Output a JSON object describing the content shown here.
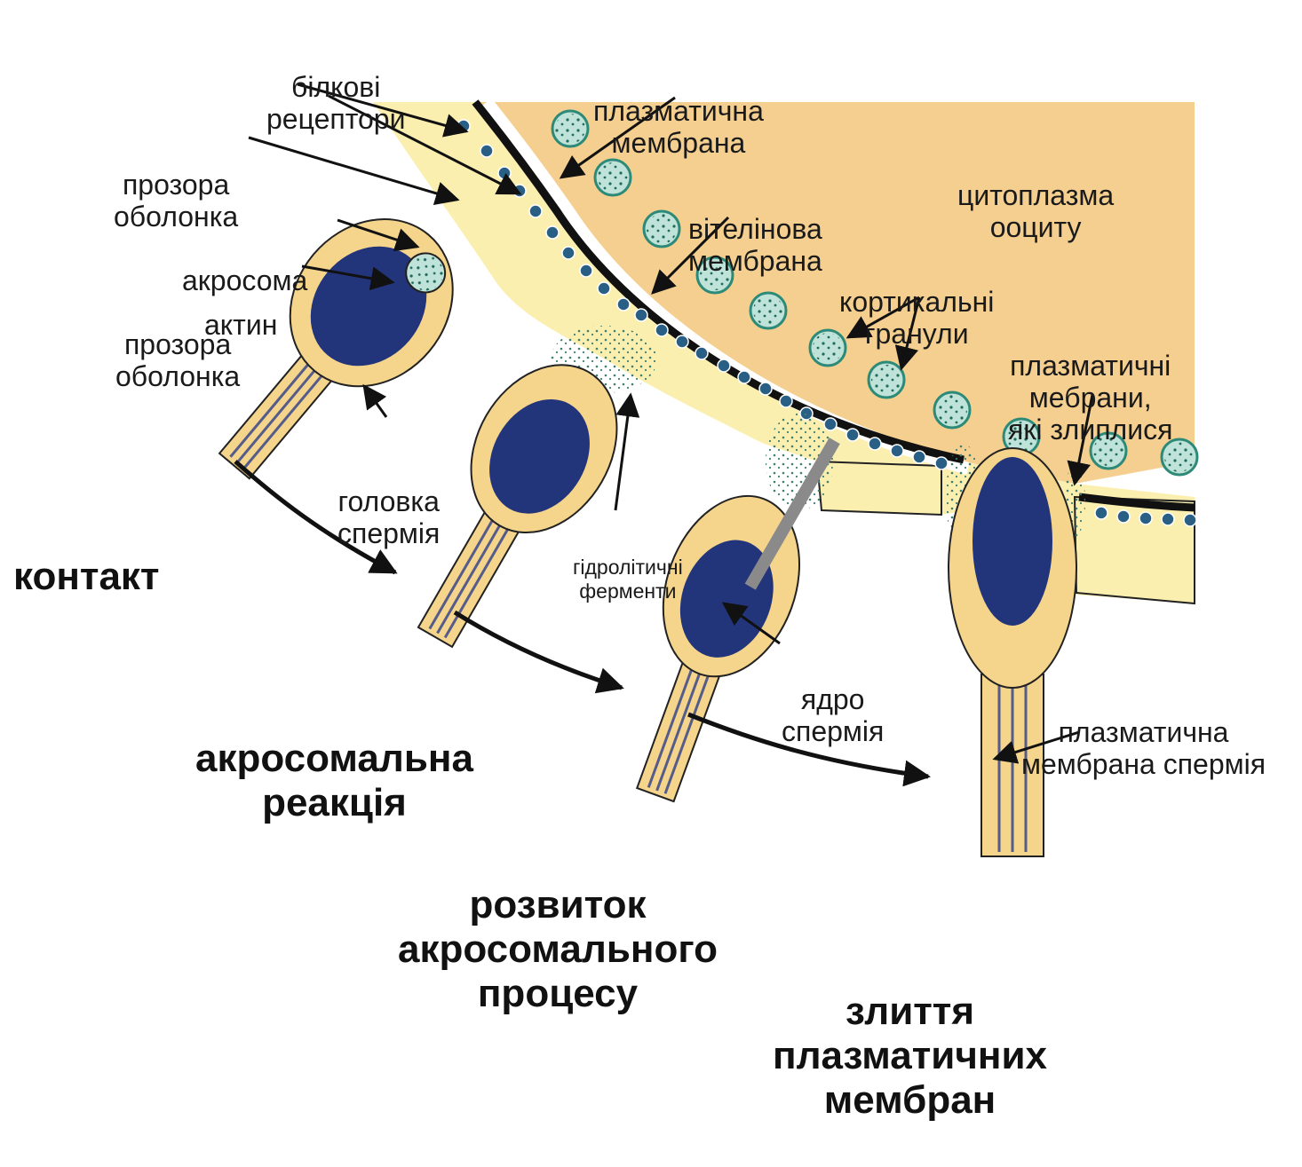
{
  "colors": {
    "cytoplasm": "#f5cf8f",
    "zona": "#fbefb0",
    "sperm_fill": "#f5d48c",
    "nucleus": "#23357a",
    "granule": "#2e8a78",
    "membrane": "#111111",
    "receptor": "#2a5f85",
    "arrow": "#111111"
  },
  "labels": {
    "protein_receptors": [
      "білкові",
      "рецептори"
    ],
    "plasma_membrane": [
      "плазматична",
      "мембрана"
    ],
    "zona_pellucida_1": [
      "прозора",
      "оболонка"
    ],
    "cytoplasm": [
      "цитоплазма",
      "ооциту"
    ],
    "vitelline_membrane": [
      "вітелінова",
      "мембрана"
    ],
    "acrosome": "акросома",
    "actin": "актин",
    "zona_pellucida_2": [
      "прозора",
      "оболонка"
    ],
    "cortical_granules": [
      "кортикальні",
      "гранули"
    ],
    "fused_membranes": [
      "плазматичні",
      "мебрани,",
      "які злиплися"
    ],
    "sperm_head": [
      "головка",
      "спермія"
    ],
    "hydrolytic_enzymes": [
      "гідролітичні",
      "ферменти"
    ],
    "sperm_nucleus": [
      "ядро",
      "спермія"
    ],
    "sperm_plasma_membrane": [
      "плазматична",
      "мембрана спермія"
    ]
  },
  "stages": {
    "contact": "контакт",
    "acrosomal_reaction": [
      "акросомальна",
      "реакція"
    ],
    "acrosomal_process": [
      "розвиток",
      "акросомального",
      "процесу"
    ],
    "membrane_fusion": [
      "злиття",
      "плазматичних",
      "мембран"
    ]
  }
}
